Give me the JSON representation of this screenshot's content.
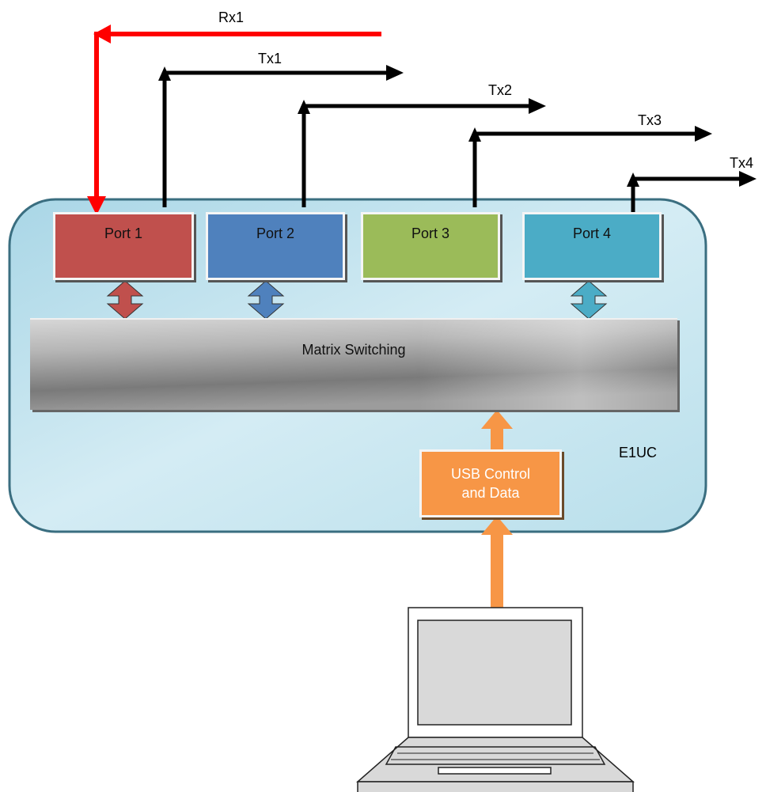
{
  "diagram": {
    "signals": {
      "rx1": "Rx1",
      "tx1": "Tx1",
      "tx2": "Tx2",
      "tx3": "Tx3",
      "tx4": "Tx4"
    },
    "ports": [
      {
        "label": "Port 1",
        "color": "#c0504d"
      },
      {
        "label": "Port 2",
        "color": "#4f81bd"
      },
      {
        "label": "Port 3",
        "color": "#9bbb59"
      },
      {
        "label": "Port 4",
        "color": "#4bacc6"
      }
    ],
    "matrix_label": "Matrix Switching",
    "device_label": "E1UC",
    "usb": {
      "line1": "USB Control",
      "line2": "and Data",
      "color": "#f79646"
    },
    "rx_color": "#ff0000",
    "container_color": "#b7dde8"
  }
}
